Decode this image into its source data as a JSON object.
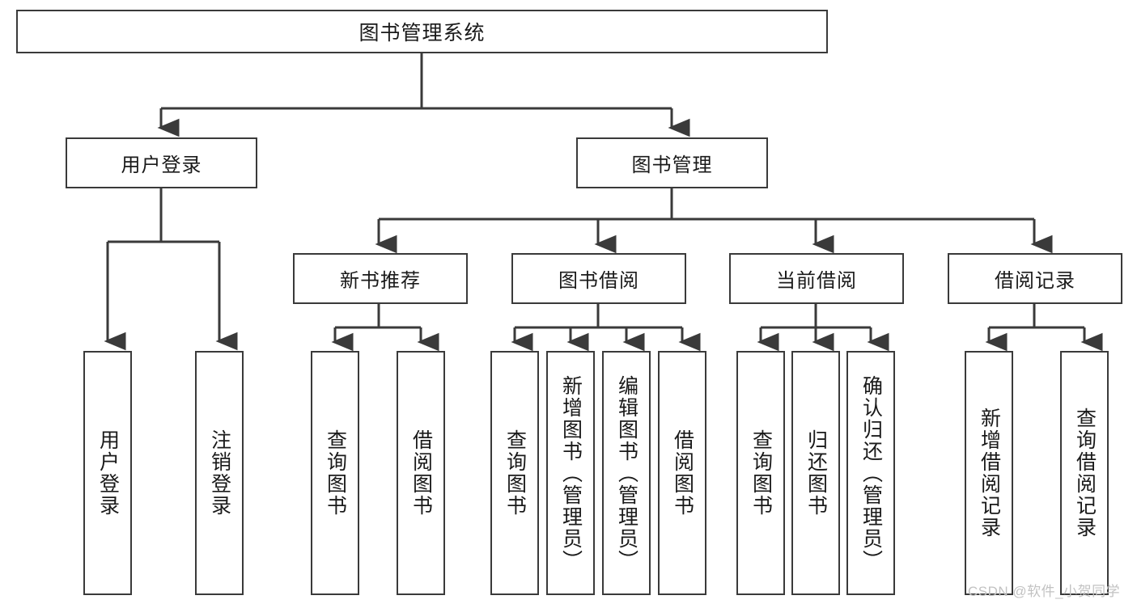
{
  "diagram": {
    "title": "图书管理系统",
    "type": "hierarchy-tree",
    "levels": 4,
    "root": {
      "label": "图书管理系统",
      "children": [
        {
          "label": "用户登录",
          "children": [
            {
              "label": "用户登录"
            },
            {
              "label": "注销登录"
            }
          ]
        },
        {
          "label": "图书管理",
          "children": [
            {
              "label": "新书推荐",
              "children": [
                {
                  "label": "查询图书"
                },
                {
                  "label": "借阅图书"
                }
              ]
            },
            {
              "label": "图书借阅",
              "children": [
                {
                  "label": "查询图书"
                },
                {
                  "label": "新增图书（管理员）"
                },
                {
                  "label": "编辑图书（管理员）"
                },
                {
                  "label": "借阅图书"
                }
              ]
            },
            {
              "label": "当前借阅",
              "children": [
                {
                  "label": "查询图书"
                },
                {
                  "label": "归还图书"
                },
                {
                  "label": "确认归还（管理员）"
                }
              ]
            },
            {
              "label": "借阅记录",
              "children": [
                {
                  "label": "新增借阅记录"
                },
                {
                  "label": "查询借阅记录"
                }
              ]
            }
          ]
        }
      ]
    }
  },
  "nodes": {
    "root": "图书管理系统",
    "user_login": "用户登录",
    "book_manage": "图书管理",
    "new_book_rec": "新书推荐",
    "book_borrow": "图书借阅",
    "current_borrow": "当前借阅",
    "borrow_record": "借阅记录",
    "leaf_user_login": "用户登录",
    "leaf_logout": "注销登录",
    "leaf_query_book_1": "查询图书",
    "leaf_borrow_book_1": "借阅图书",
    "leaf_query_book_2": "查询图书",
    "leaf_add_book": "新增图书（管理员）",
    "leaf_edit_book": "编辑图书（管理员）",
    "leaf_borrow_book_2": "借阅图书",
    "leaf_query_book_3": "查询图书",
    "leaf_return_book": "归还图书",
    "leaf_confirm_return": "确认归还（管理员）",
    "leaf_add_record": "新增借阅记录",
    "leaf_query_record": "查询借阅记录"
  },
  "watermark": {
    "text": "CSDN @软件_小贺同学"
  },
  "colors": {
    "border": "#3a3a3a",
    "background": "#ffffff",
    "text": "#1a1a1a",
    "connector": "#3a3a3a",
    "watermark": "#c2c2c2"
  }
}
